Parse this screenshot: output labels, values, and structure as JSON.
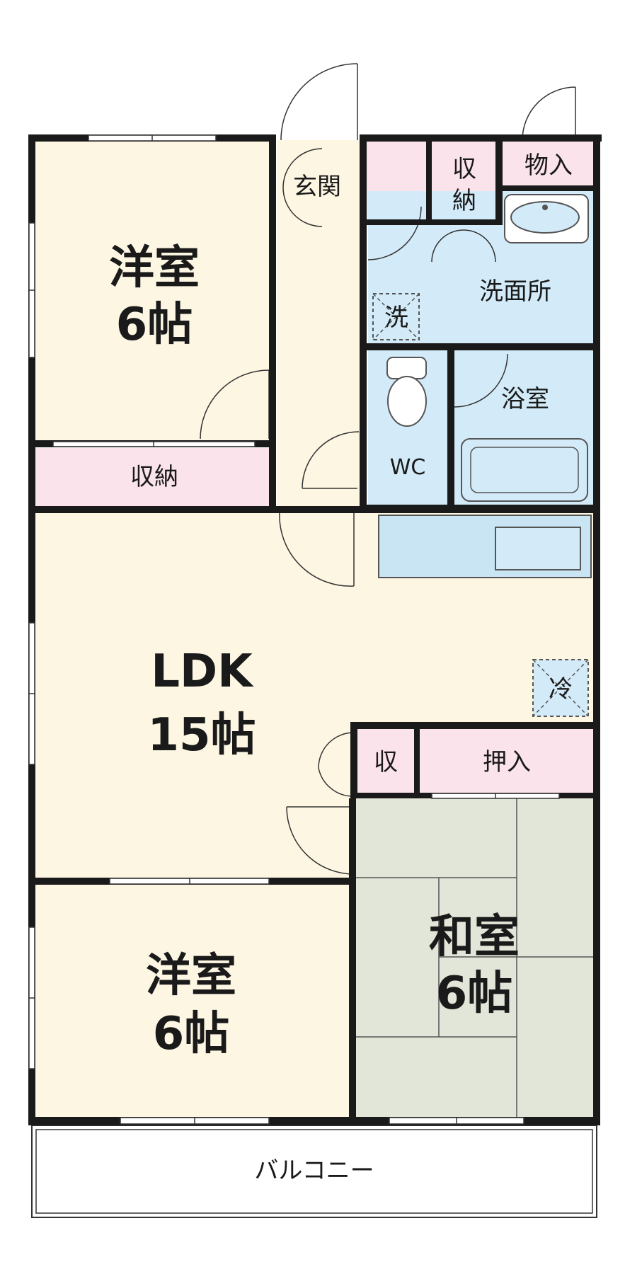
{
  "rooms": {
    "western_room_top": {
      "name": "洋室",
      "size": "6帖"
    },
    "western_room_bottom": {
      "name": "洋室",
      "size": "6帖"
    },
    "ldk": {
      "name": "LDK",
      "size": "15帖"
    },
    "japanese_room": {
      "name": "和室",
      "size": "6帖"
    },
    "entrance": "玄関",
    "storage_top_left": "収納",
    "storage_top_right_1": "収",
    "storage_top_right_2": "納",
    "outdoor_storage": "物入",
    "washroom": "洗面所",
    "washer": "洗",
    "bathroom": "浴室",
    "toilet": "WC",
    "fridge": "冷",
    "closet_small": "収",
    "closet_oshiire": "押入",
    "balcony": "バルコニー"
  },
  "colors": {
    "wall": "#1a1a1a",
    "floor_wood": "#fdf6e3",
    "storage_pink": "#fbe3ec",
    "water_blue": "#d3ebf8",
    "tatami_green": "#e2e6d8",
    "kitchen_blue": "#c9e4f2"
  }
}
